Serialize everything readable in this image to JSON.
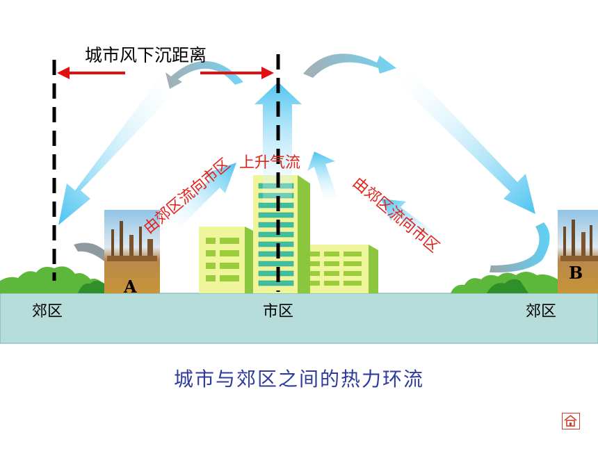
{
  "diagram": {
    "distance_label": "城市风下沉距离",
    "zones": {
      "left": "郊区",
      "center": "市区",
      "right": "郊区"
    },
    "flows": {
      "rising": "上升气流",
      "left_inflow": "由郊区流向市区",
      "right_inflow": "由郊区流向市区"
    },
    "points": {
      "a": "A",
      "b": "B"
    },
    "caption": "城市与郊区之间的热力环流"
  },
  "colors": {
    "ground": "#b6ddd9",
    "flow_text": "#e2231a",
    "caption": "#2e3a9c",
    "arrow": "#5cc8f0",
    "building": "#eef59a",
    "building_accent": "#8cc63f",
    "grass": "#4caf36"
  },
  "icons": {
    "home": "home-icon"
  }
}
